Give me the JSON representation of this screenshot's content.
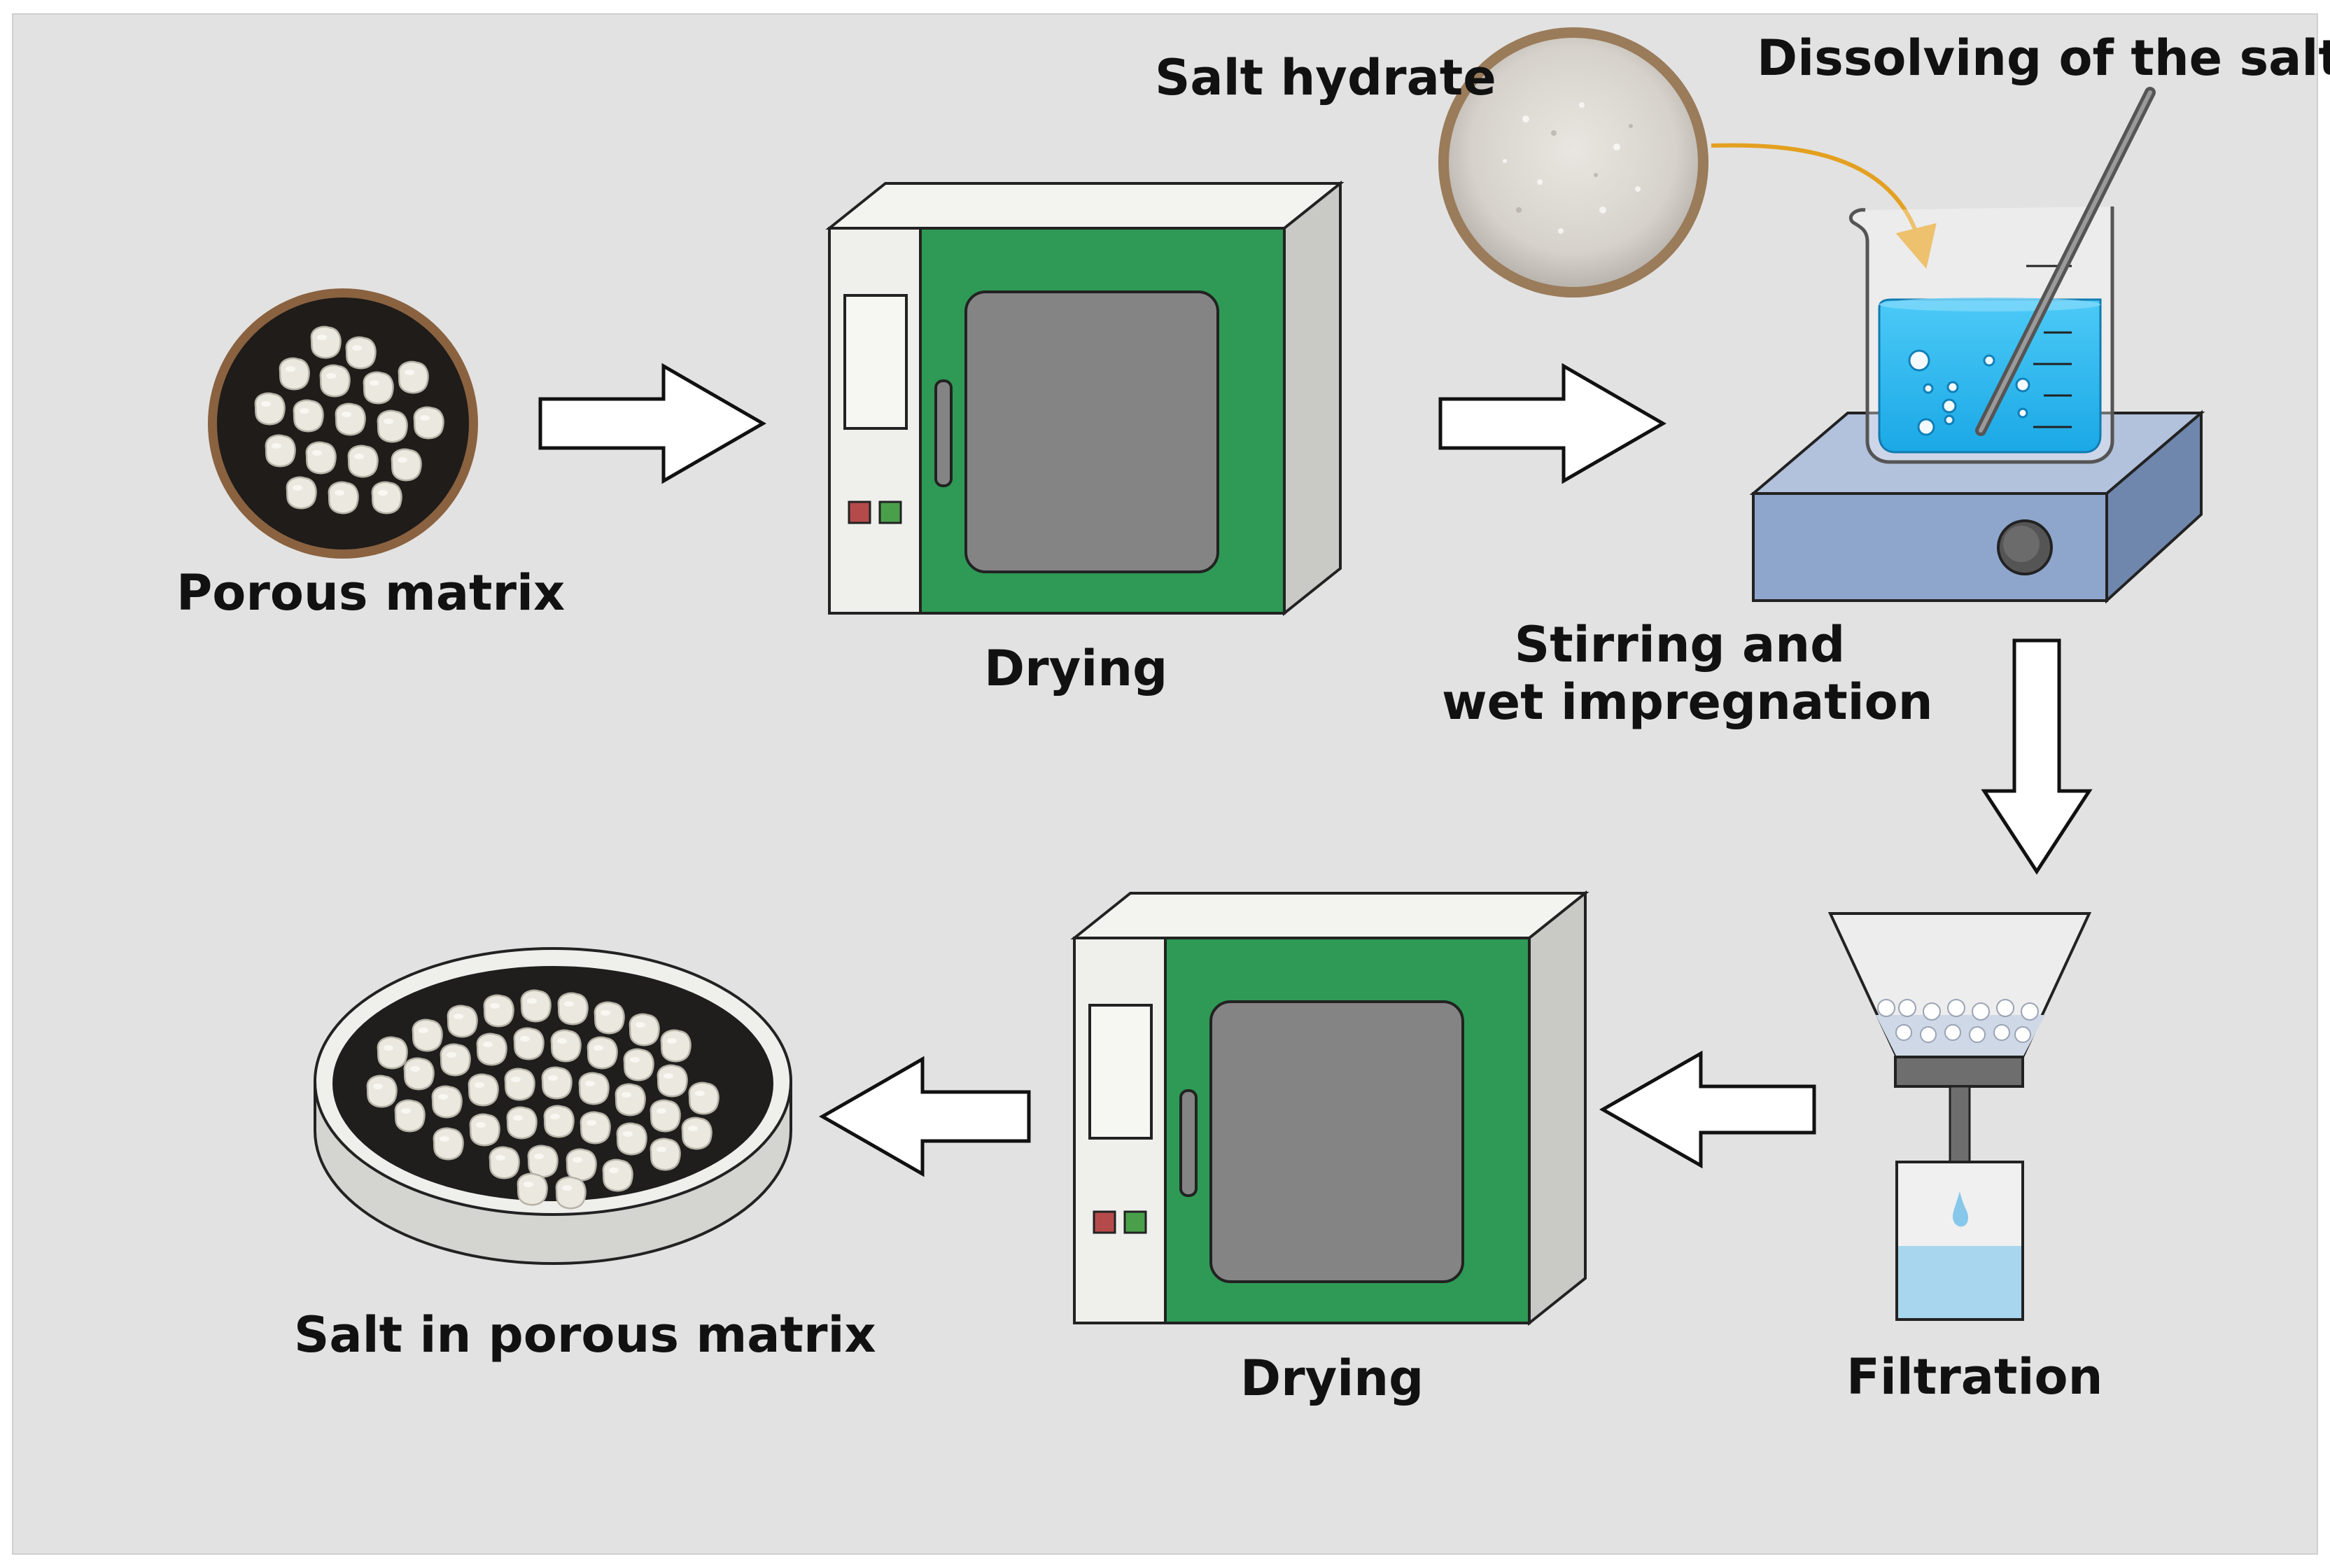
{
  "labels": {
    "porous_matrix": "Porous matrix",
    "drying_1": "Drying",
    "salt_hydrate": "Salt hydrate",
    "dissolving": "Dissolving of the salt",
    "stirring_line1": "Stirring and",
    "stirring_line2": "wet impregnation",
    "filtration": "Filtration",
    "drying_2": "Drying",
    "salt_in_matrix": "Salt in porous matrix"
  },
  "colors": {
    "background": "#e2e2e2",
    "oven_door": "#2e9a55",
    "oven_window": "#848484",
    "oven_body": "#efefec",
    "solution": "#26b6ef",
    "hotplate": "#8fa6cc",
    "salt_arrow": "#e3a020",
    "filtrate": "#a8d6ee"
  },
  "icons": [
    "porous-matrix-dish-icon",
    "drying-oven-icon",
    "salt-hydrate-dish-icon",
    "beaker-icon",
    "stirring-rod-icon",
    "hotplate-stirrer-icon",
    "filter-funnel-icon",
    "collection-flask-icon",
    "petri-dish-icon",
    "block-arrow-icon"
  ]
}
